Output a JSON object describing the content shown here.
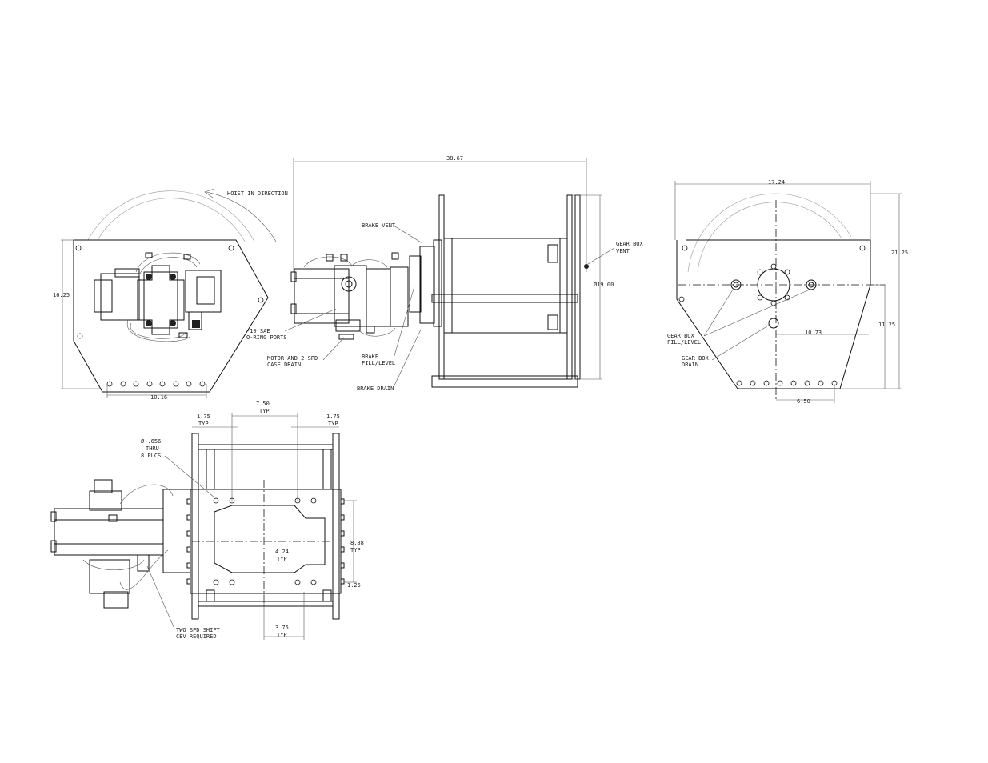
{
  "labels": {
    "hoist_direction": "HOIST IN DIRECTION",
    "brake_vent": "BRAKE VENT",
    "gear_box_vent": [
      "GEAR BOX",
      "VENT"
    ],
    "sae_ports": [
      "-10 SAE",
      "O-RING PORTS"
    ],
    "motor_case_drain": [
      "MOTOR AND 2 SPD",
      "CASE DRAIN"
    ],
    "brake_fill_level": [
      "BRAKE",
      "FILL/LEVEL"
    ],
    "brake_drain": "BRAKE DRAIN",
    "gear_box_fill_level": [
      "GEAR BOX",
      "FILL/LEVEL"
    ],
    "gear_box_drain": [
      "GEAR BOX",
      "DRAIN"
    ],
    "bolt_holes": [
      "Ø .656",
      "THRU",
      "8 PLCS"
    ],
    "two_spd_shift": [
      "TWO SPD SHIFT",
      "CBV REQUIRED"
    ]
  },
  "dimensions": {
    "overall_length": "38.67",
    "left_height": "16.25",
    "left_bottom": "10.16",
    "flange_dia": "Ø19.00",
    "right_width": "17.24",
    "right_height": "21.25",
    "right_lower_height": "11.25",
    "right_offset": "10.73",
    "right_base": "6.50",
    "bottom_top": "7.50",
    "bottom_typ": "TYP",
    "bottom_left_small": "1.75",
    "bottom_right_small": "1.75",
    "bottom_side": "8.88",
    "bottom_center": "4.24",
    "bottom_side_small": "1.25",
    "bottom_base": "3.75"
  }
}
